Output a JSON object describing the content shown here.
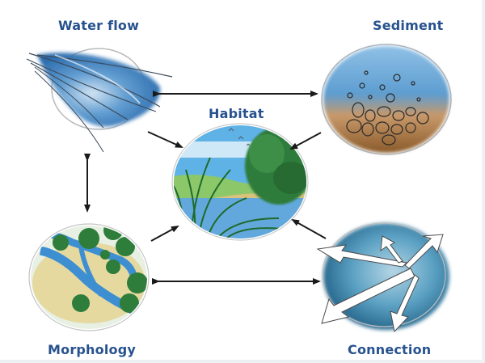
{
  "diagram": {
    "type": "concept-cycle",
    "colors": {
      "label": "#27528f",
      "arrow": "#1a1a1a",
      "water": "#3f86c6",
      "sediment": "#a9743f",
      "vegetation": "#2e7d3a",
      "connection": "#3c7fa3"
    },
    "nodes": [
      {
        "id": "water_flow",
        "label": "Water flow",
        "icon": "water-flow-streaks-icon"
      },
      {
        "id": "sediment",
        "label": "Sediment",
        "icon": "sediment-pebbles-icon"
      },
      {
        "id": "habitat",
        "label": "Habitat",
        "icon": "habitat-landscape-icon"
      },
      {
        "id": "morphology",
        "label": "Morphology",
        "icon": "river-morphology-icon"
      },
      {
        "id": "connection",
        "label": "Connection",
        "icon": "connection-arrows-icon"
      }
    ],
    "edges": [
      {
        "from": "water_flow",
        "to": "sediment",
        "direction": "both"
      },
      {
        "from": "water_flow",
        "to": "morphology",
        "direction": "both"
      },
      {
        "from": "morphology",
        "to": "connection",
        "direction": "both"
      },
      {
        "from": "water_flow",
        "to": "habitat",
        "direction": "one-way"
      },
      {
        "from": "sediment",
        "to": "habitat",
        "direction": "one-way"
      },
      {
        "from": "morphology",
        "to": "habitat",
        "direction": "one-way"
      },
      {
        "from": "connection",
        "to": "habitat",
        "direction": "one-way"
      }
    ]
  }
}
